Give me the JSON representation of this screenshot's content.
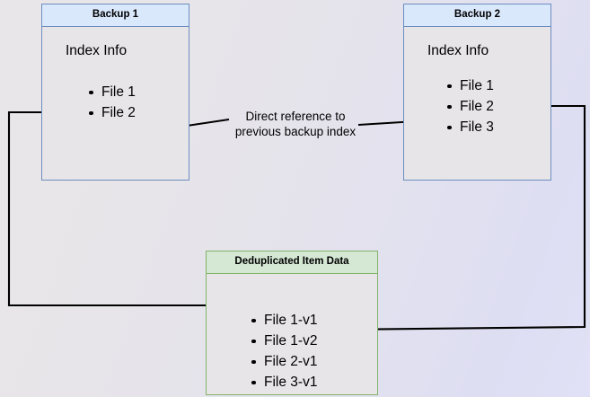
{
  "diagram": {
    "type": "flow-diagram",
    "background_gradient_from": "#e9e6e9",
    "background_gradient_to": "#e0e0f6",
    "nodes": [
      {
        "id": "backup1",
        "title": "Backup 1",
        "section_title": "Index Info",
        "items": [
          "File 1",
          "File 2"
        ],
        "border_color": "#6c8ebf",
        "header_fill": "#dae8fc",
        "body_fill": "#e7e5e7"
      },
      {
        "id": "backup2",
        "title": "Backup 2",
        "section_title": "Index Info",
        "items": [
          "File 1",
          "File 2",
          "File 3"
        ],
        "border_color": "#6c8ebf",
        "header_fill": "#dae8fc",
        "body_fill": "#e7e5e7"
      },
      {
        "id": "dedup",
        "title": "Deduplicated Item Data",
        "section_title": "",
        "items": [
          "File 1-v1",
          "File 1-v2",
          "File 2-v1",
          "File 3-v1"
        ],
        "border_color": "#82b366",
        "header_fill": "#d5e8d4",
        "body_fill": "#e7e5e7"
      }
    ],
    "edges": [
      {
        "id": "direct-reference",
        "label_line_1": "Direct reference to",
        "label_line_2": "previous backup index",
        "from": "backup2.File 2",
        "to": "backup1.File 2",
        "color": "#000000"
      },
      {
        "id": "backup1-file1-to-dedup",
        "from": "backup1.File 1",
        "to": "dedup.File 1-v1",
        "color": "#000000"
      },
      {
        "id": "backup2-file1-to-dedup",
        "from": "backup2.File 1",
        "to": "dedup.File 1-v2",
        "color": "#000000"
      }
    ]
  }
}
